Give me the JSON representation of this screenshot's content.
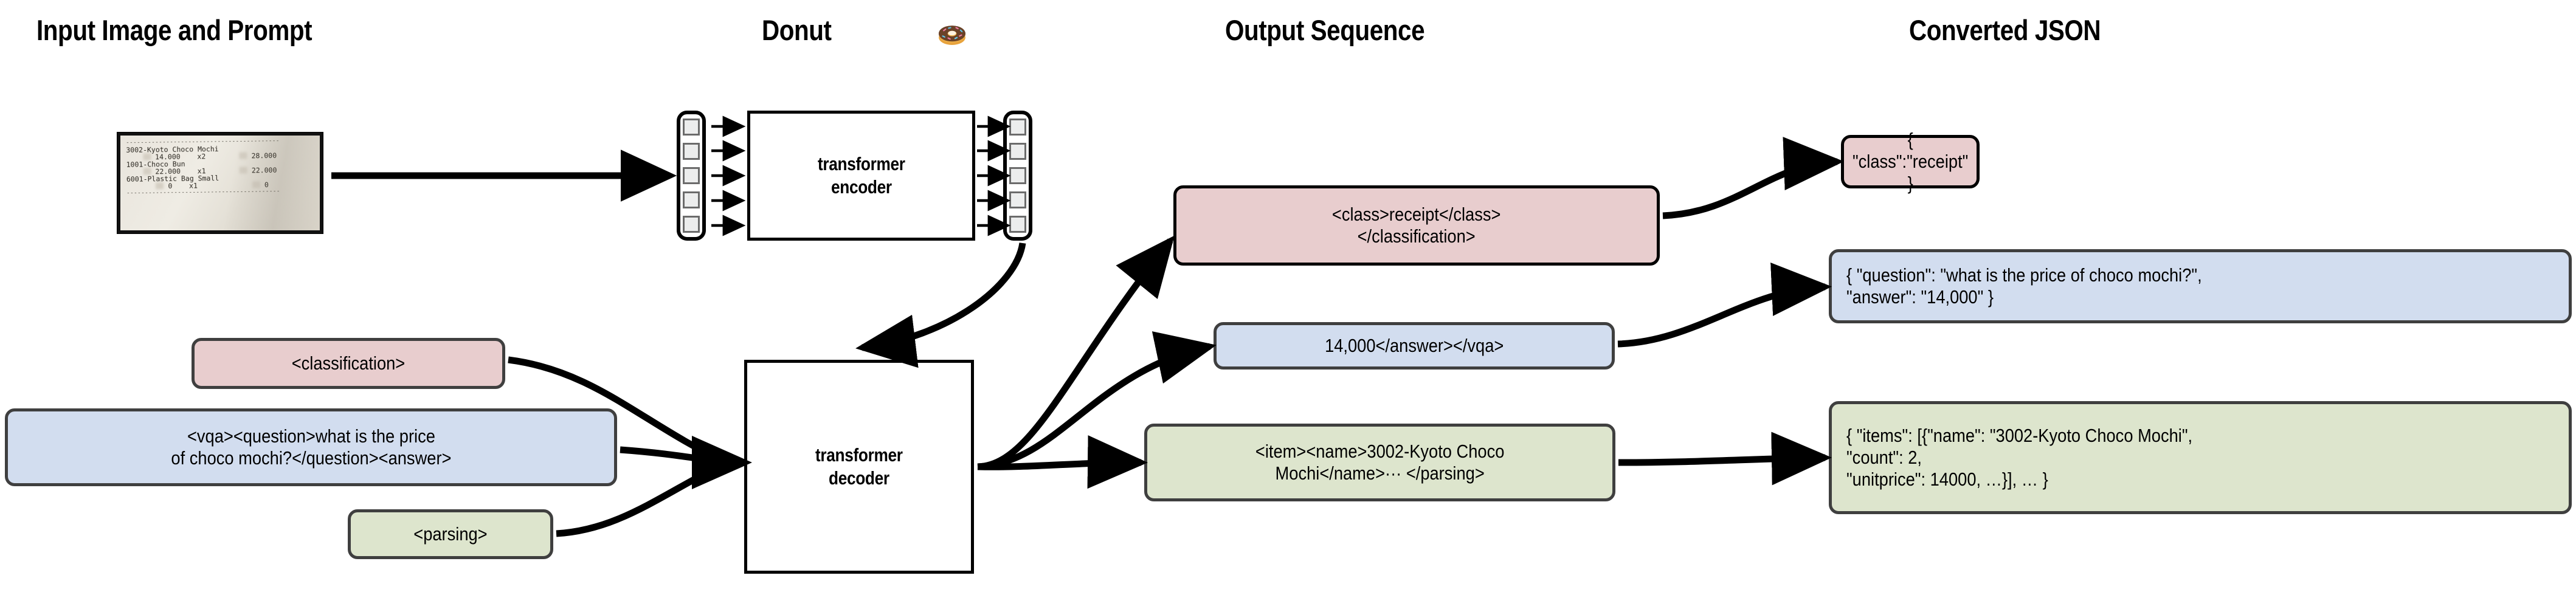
{
  "headers": [
    {
      "id": "input-image-and-prompt",
      "label": "Input Image and Prompt"
    },
    {
      "id": "donut",
      "label": "Donut"
    },
    {
      "id": "output-sequence",
      "label": "Output Sequence"
    },
    {
      "id": "converted-json",
      "label": "Converted JSON"
    }
  ],
  "donut_emoji": "donut-emoji",
  "receipt": {
    "rule_top": "------------------------------------------",
    "rule_bottom": "------------------------------------------",
    "lines": [
      {
        "name": "3002-Kyoto Choco Mochi",
        "price": "14.000",
        "qty": "x2",
        "total": "28.000"
      },
      {
        "name": "1001-Choco Bun",
        "price": "22.000",
        "qty": "x1",
        "total": "22.000"
      },
      {
        "name": "6001-Plastic Bag Small",
        "price": "0",
        "qty": "x1",
        "total": "0"
      }
    ]
  },
  "model": {
    "encoder_line1": "transformer",
    "encoder_line2": "encoder",
    "decoder_line1": "transformer",
    "decoder_line2": "decoder",
    "token_count": 5
  },
  "prompts": [
    {
      "id": "classification",
      "text": "<classification>",
      "color": "#e8cdce"
    },
    {
      "id": "vqa",
      "text": "<vqa><question>what is the price\nof choco mochi?</question><answer>",
      "color": "#d2ddef"
    },
    {
      "id": "parsing",
      "text": "<parsing>",
      "color": "#dde5cd"
    }
  ],
  "outputs": [
    {
      "id": "classification-output",
      "text": "<class>receipt</class>\n</classification>",
      "color": "#e8cdce"
    },
    {
      "id": "vqa-output",
      "text": "14,000</answer></vqa>",
      "color": "#d2ddef"
    },
    {
      "id": "parsing-output",
      "text": "<item><name>3002-Kyoto Choco\nMochi</name>··· </parsing>",
      "color": "#dde5cd"
    }
  ],
  "json_results": [
    {
      "id": "classification-json",
      "text": "{ \"class\":\"receipt\" }",
      "color": "#e8cdce"
    },
    {
      "id": "vqa-json",
      "text": "{ \"question\": \"what is the price of choco mochi?\",\n  \"answer\": \"14,000\" }",
      "color": "#d2ddef"
    },
    {
      "id": "parsing-json",
      "text": "{ \"items\": [{\"name\": \"3002-Kyoto Choco Mochi\",\n    \"count\": 2,\n    \"unitprice\": 14000, …}], … }",
      "color": "#dde5cd"
    }
  ]
}
